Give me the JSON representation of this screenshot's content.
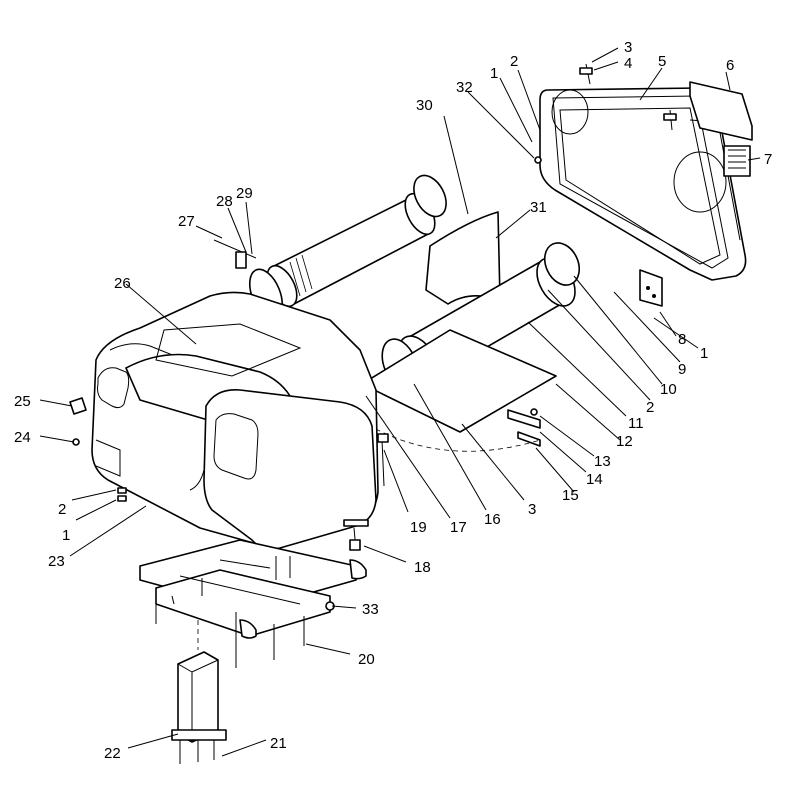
{
  "callouts": [
    {
      "id": "c1a",
      "text": "1"
    },
    {
      "id": "c2a",
      "text": "2"
    },
    {
      "id": "c3a",
      "text": "3"
    },
    {
      "id": "c4",
      "text": "4"
    },
    {
      "id": "c5",
      "text": "5"
    },
    {
      "id": "c6",
      "text": "6"
    },
    {
      "id": "c7",
      "text": "7"
    },
    {
      "id": "c8",
      "text": "8"
    },
    {
      "id": "c1b",
      "text": "1"
    },
    {
      "id": "c9",
      "text": "9"
    },
    {
      "id": "c10",
      "text": "10"
    },
    {
      "id": "c2b",
      "text": "2"
    },
    {
      "id": "c11",
      "text": "11"
    },
    {
      "id": "c12",
      "text": "12"
    },
    {
      "id": "c13",
      "text": "13"
    },
    {
      "id": "c14",
      "text": "14"
    },
    {
      "id": "c15",
      "text": "15"
    },
    {
      "id": "c3b",
      "text": "3"
    },
    {
      "id": "c16",
      "text": "16"
    },
    {
      "id": "c17",
      "text": "17"
    },
    {
      "id": "c19",
      "text": "19"
    },
    {
      "id": "c18",
      "text": "18"
    },
    {
      "id": "c33",
      "text": "33"
    },
    {
      "id": "c20",
      "text": "20"
    },
    {
      "id": "c21",
      "text": "21"
    },
    {
      "id": "c22",
      "text": "22"
    },
    {
      "id": "c23",
      "text": "23"
    },
    {
      "id": "c1c",
      "text": "1"
    },
    {
      "id": "c2c",
      "text": "2"
    },
    {
      "id": "c24",
      "text": "24"
    },
    {
      "id": "c25",
      "text": "25"
    },
    {
      "id": "c26",
      "text": "26"
    },
    {
      "id": "c27",
      "text": "27"
    },
    {
      "id": "c28",
      "text": "28"
    },
    {
      "id": "c29",
      "text": "29"
    },
    {
      "id": "c30",
      "text": "30"
    },
    {
      "id": "c31",
      "text": "31"
    },
    {
      "id": "c32",
      "text": "32"
    }
  ]
}
